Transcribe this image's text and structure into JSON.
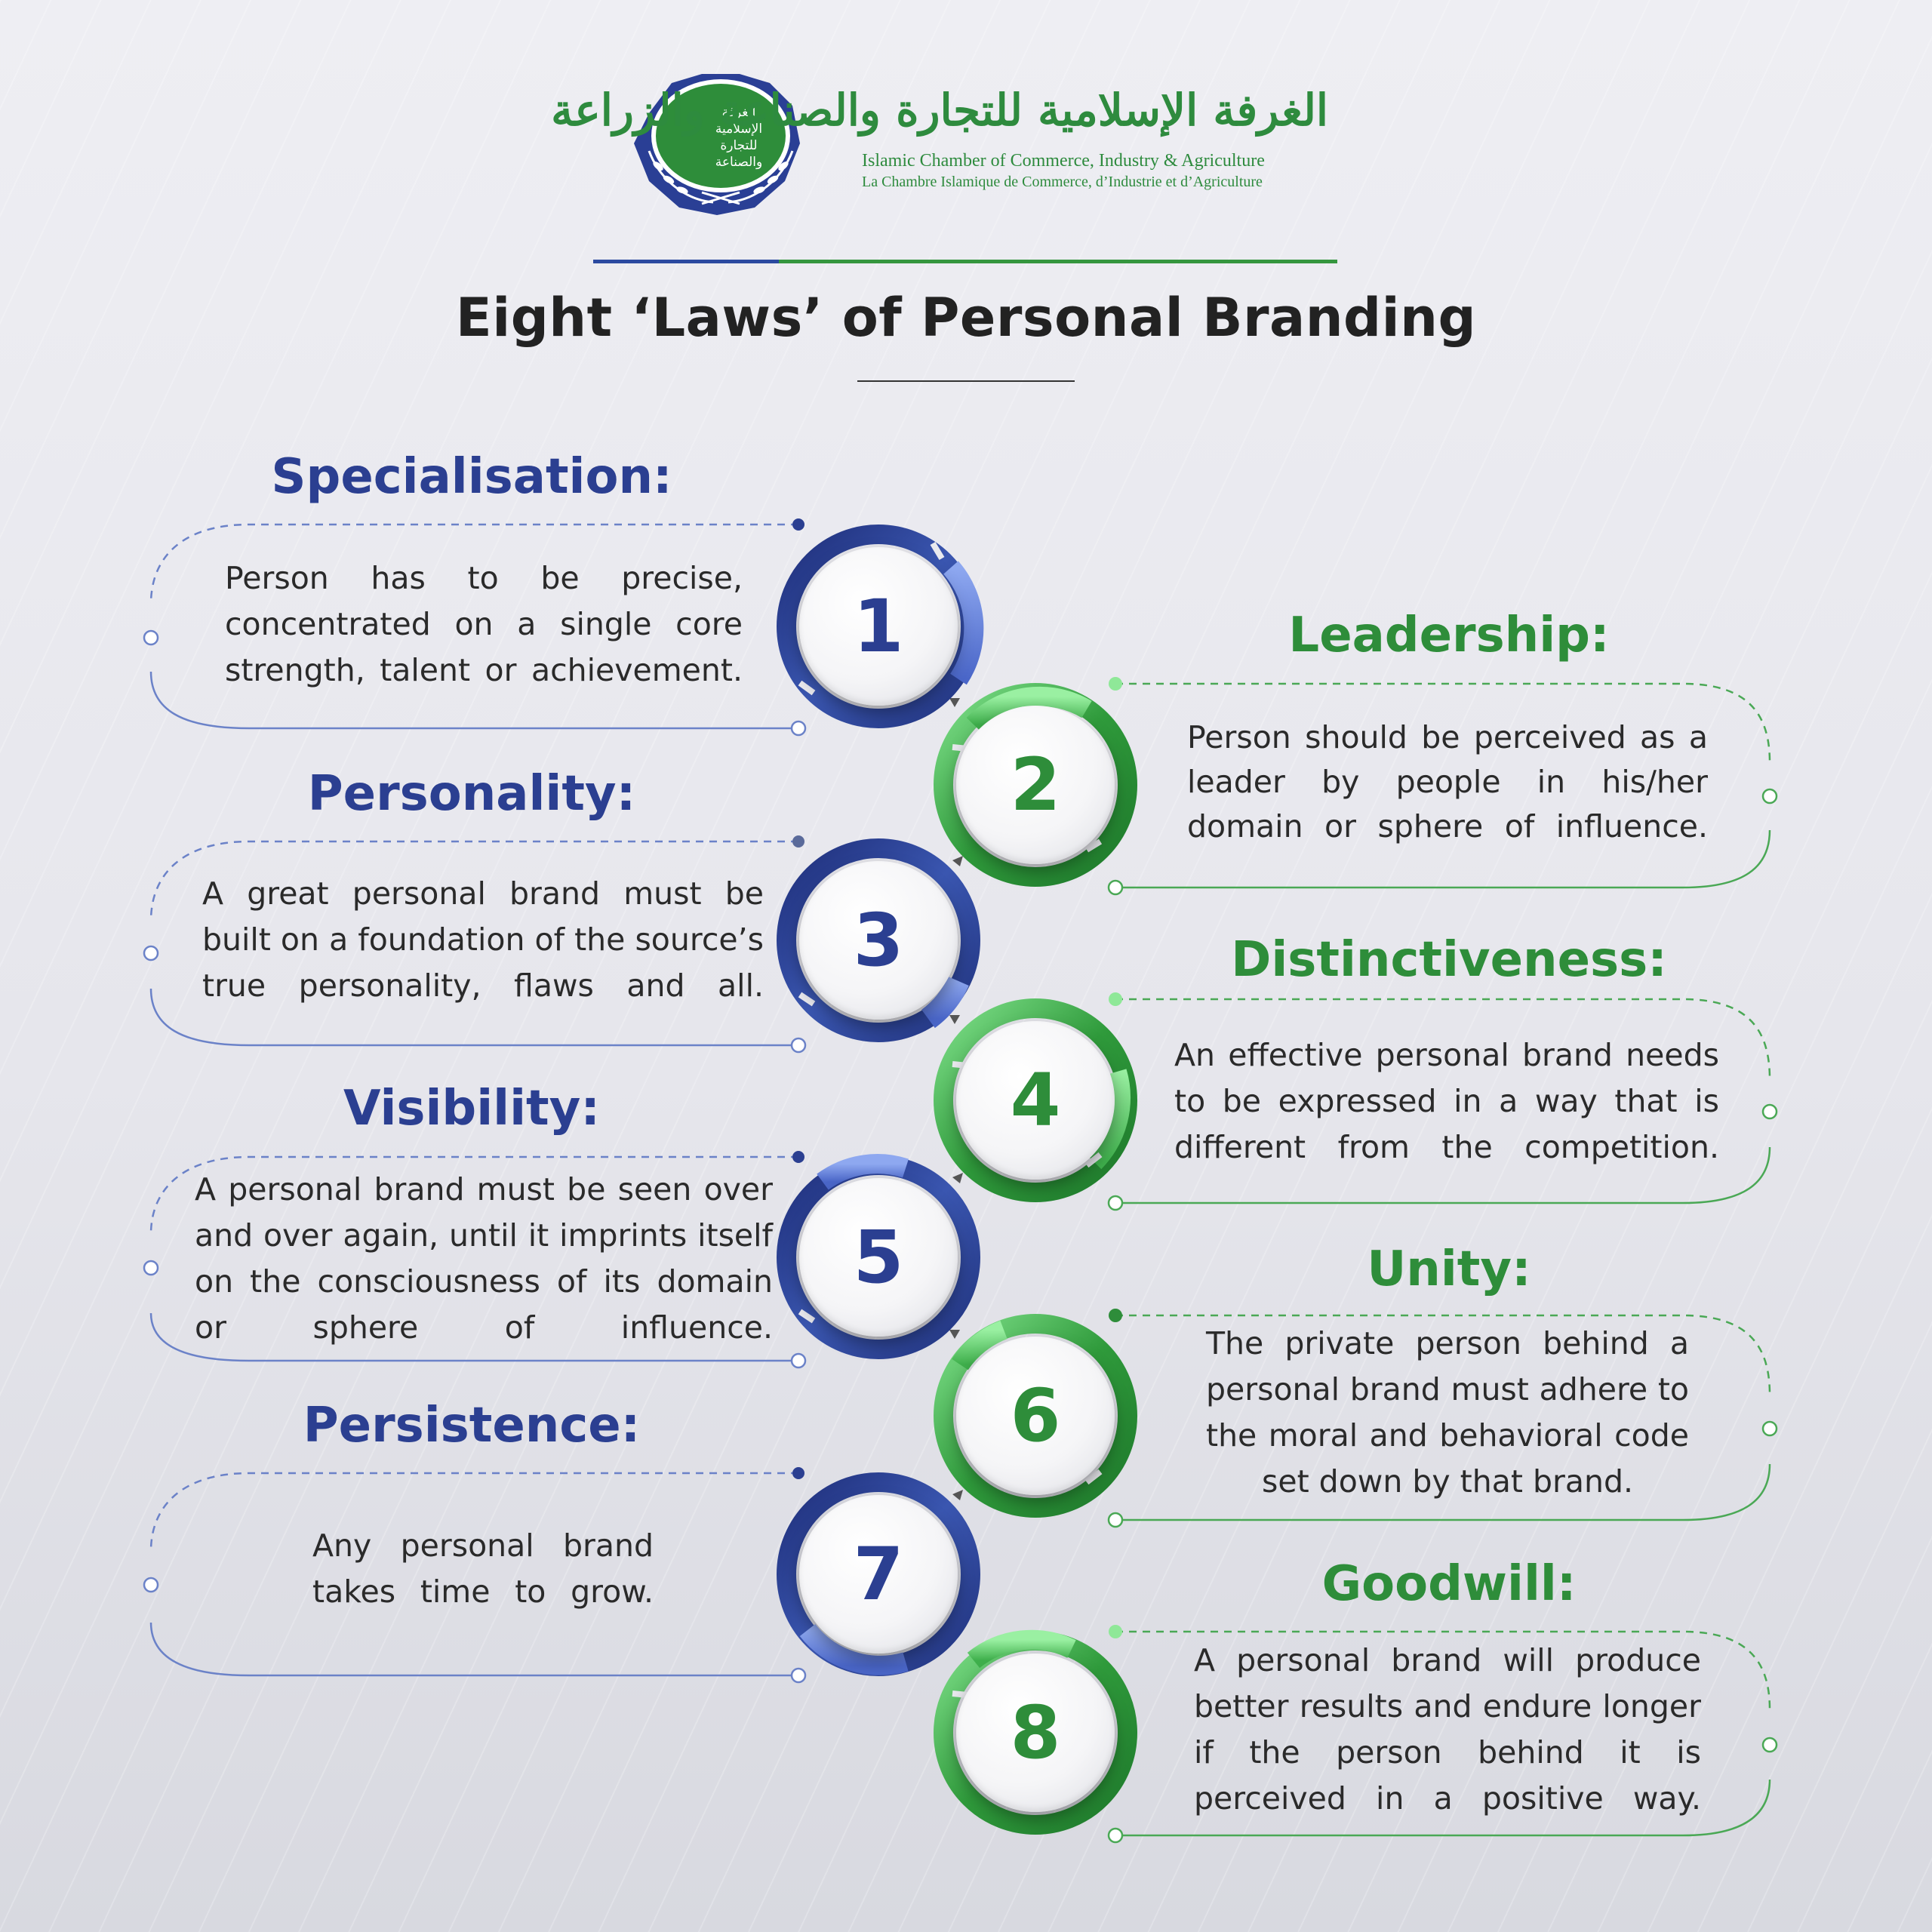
{
  "header": {
    "arabic_title": "الغرفة الإسلامية للتجارة والصناعة والزراعة",
    "org_english": "Islamic Chamber of Commerce, Industry & Agriculture",
    "org_french": "La Chambre Islamique de Commerce, d’Industrie et d’Agriculture",
    "emblem_text": "الغرفة الإسلامية للتجارة والصناعة والزراعة"
  },
  "title": "Eight ‘Laws’ of Personal Branding",
  "colors": {
    "blue": "#2b3f91",
    "green": "#2e8d3a"
  },
  "laws": [
    {
      "number": "1",
      "title": "Specialisation:",
      "text": "Person has to be precise, concentrated on a single core strength, talent or achievement."
    },
    {
      "number": "2",
      "title": "Leadership:",
      "text": "Person should be perceived as a leader by people in his/her domain or sphere of influence."
    },
    {
      "number": "3",
      "title": "Personality:",
      "text": "A great personal brand must be built on a foundation of the source’s true personality, flaws and all."
    },
    {
      "number": "4",
      "title": "Distinctiveness:",
      "text": "An effective personal brand needs to be expressed in a way that is different from the competition."
    },
    {
      "number": "5",
      "title": "Visibility:",
      "text": "A personal brand must be seen over and over again, until it imprints itself on the consciousness of its domain or sphere of influence."
    },
    {
      "number": "6",
      "title": "Unity:",
      "text": "The private person behind a personal brand must adhere to the moral and behavioral code set down by that brand."
    },
    {
      "number": "7",
      "title": "Persistence:",
      "text": "Any personal brand takes time to grow."
    },
    {
      "number": "8",
      "title": "Goodwill:",
      "text": "A personal brand will produce better results and endure longer if the person behind it is perceived in a positive way."
    }
  ]
}
